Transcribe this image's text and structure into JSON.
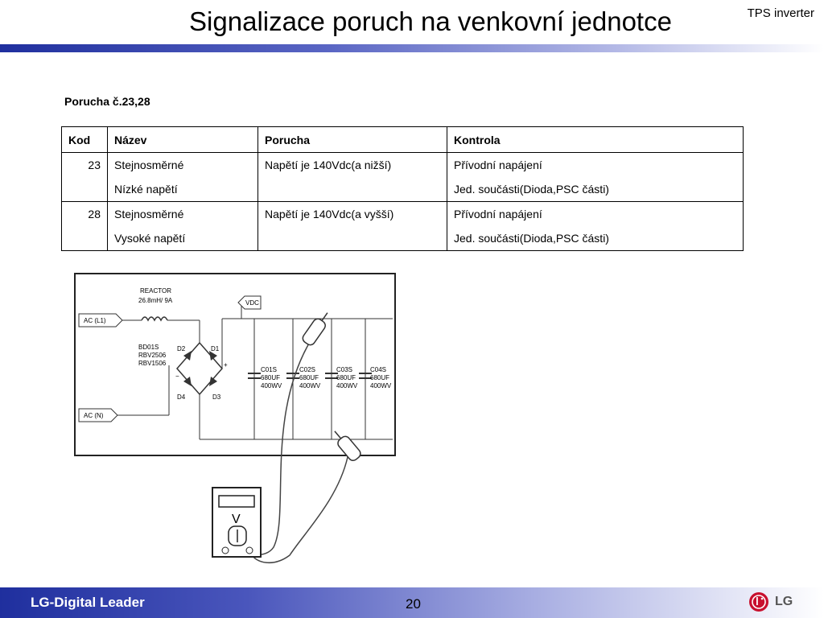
{
  "slide": {
    "title": "Signalizace poruch na venkovní jednotce",
    "tag": "TPS inverter",
    "subtitle": "Porucha č.23,28"
  },
  "table": {
    "headers": [
      "Kod",
      "Název",
      "Porucha",
      "Kontrola"
    ],
    "rows": [
      {
        "kod": "23",
        "nazev": [
          "Stejnosměrné",
          "Nízké napětí"
        ],
        "porucha": [
          "Napětí je 140Vdc(a nižší)"
        ],
        "kontrola": [
          "Přívodní napájení",
          "Jed. součásti(Dioda,PSC části)"
        ]
      },
      {
        "kod": "28",
        "nazev": [
          "Stejnosměrné",
          "Vysoké napětí"
        ],
        "porucha": [
          "Napětí je 140Vdc(a vyšší)"
        ],
        "kontrola": [
          "Přívodní napájení",
          "Jed. součásti(Dioda,PSC části)"
        ]
      }
    ]
  },
  "diagram": {
    "reactor": [
      "REACTOR",
      "26.8mH/ 9A"
    ],
    "ac_l1": "AC (L1)",
    "ac_n": "AC (N)",
    "vdc": "VDC",
    "bridge": [
      "BD01S",
      "RBV2506",
      "RBV1506"
    ],
    "d1": "D1",
    "d2": "D2",
    "d3": "D3",
    "d4": "D4",
    "caps": [
      {
        "name": "C01S",
        "v1": "680UF",
        "v2": "400WV"
      },
      {
        "name": "C02S",
        "v1": "680UF",
        "v2": "400WV"
      },
      {
        "name": "C03S",
        "v1": "680UF",
        "v2": "400WV"
      },
      {
        "name": "C04S",
        "v1": "680UF",
        "v2": "400WV"
      }
    ],
    "meter_unit": "V"
  },
  "footer": {
    "brand": "LG-Digital Leader",
    "page": "20",
    "logo_text": "LG"
  },
  "colors": {
    "bar_dark": "#1f2f9e",
    "logo_red": "#c8102e"
  }
}
